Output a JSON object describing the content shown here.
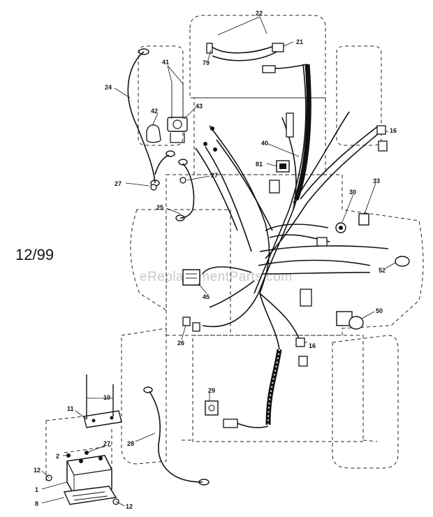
{
  "date_code": "12/99",
  "watermark": "eReplacementParts.com",
  "callouts": {
    "c1": "1",
    "c2": "2",
    "c8": "8",
    "c10": "10",
    "c11": "11",
    "c12a": "12",
    "c12b": "12",
    "c16a": "16",
    "c16b": "16",
    "c21": "21",
    "c22": "22",
    "c24": "24",
    "c25": "25",
    "c26": "26",
    "c27a": "27",
    "c27b": "27",
    "c27c": "27",
    "c28": "28",
    "c29": "29",
    "c30": "30",
    "c33": "33",
    "c40": "40",
    "c41": "41",
    "c42": "42",
    "c43": "43",
    "c45": "45",
    "c50": "50",
    "c52": "52",
    "c79": "79",
    "c81": "81"
  }
}
